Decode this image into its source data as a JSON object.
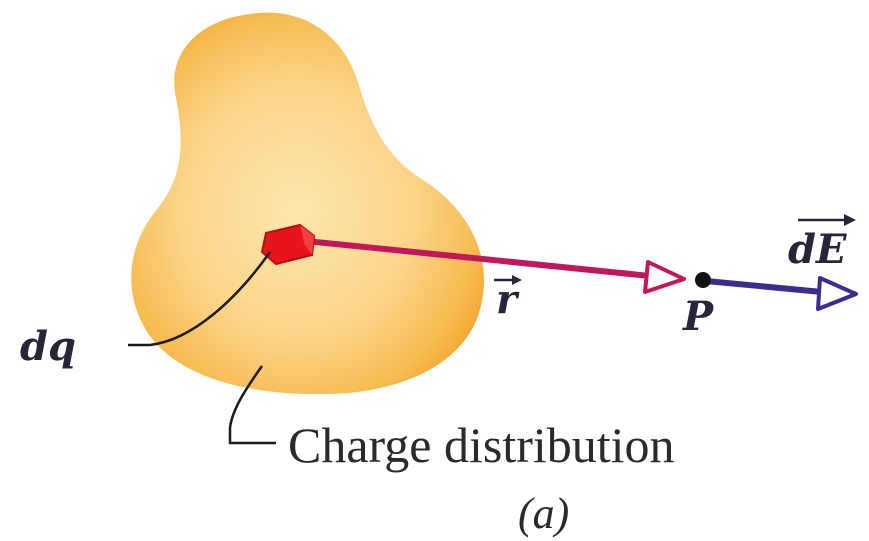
{
  "labels": {
    "charge_element": "dq",
    "distribution": "Charge distribution",
    "position_vector": "r",
    "point": "P",
    "field_vector": "dE",
    "panel": "(a)"
  },
  "colors": {
    "blob_fill": "#f6b13a",
    "blob_core": "#fde3a6",
    "charge_element": "#e8141c",
    "r_vector": "#c1175b",
    "field_vector": "#3a2d8e",
    "point": "#111111",
    "leader_lines": "#1a1a1a"
  }
}
